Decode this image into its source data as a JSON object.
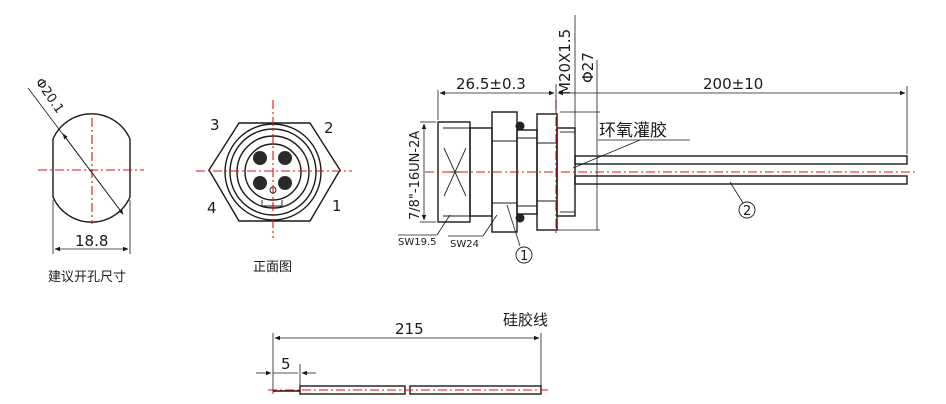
{
  "hole_view": {
    "diameter": "Φ20.1",
    "flat_width": "18.8",
    "caption": "建议开孔尺寸"
  },
  "front_view": {
    "pins": [
      "1",
      "2",
      "3",
      "4"
    ],
    "caption": "正面图"
  },
  "side_view": {
    "length_body": "26.5±0.3",
    "thread_m": "M20X1.5",
    "dia_27": "Φ27",
    "cable_length": "200±10",
    "thread_unc": "7/8\"-16UN-2A",
    "epoxy": "环氧灌胶",
    "wrench_1": "SW19.5",
    "wrench_2": "SW24",
    "callout_1": "1",
    "callout_2": "2"
  },
  "wire_view": {
    "title": "硅胶线",
    "total_length": "215",
    "strip_length": "5"
  },
  "colors": {
    "line": "#1a1a1a",
    "centerline": "#e01010"
  }
}
